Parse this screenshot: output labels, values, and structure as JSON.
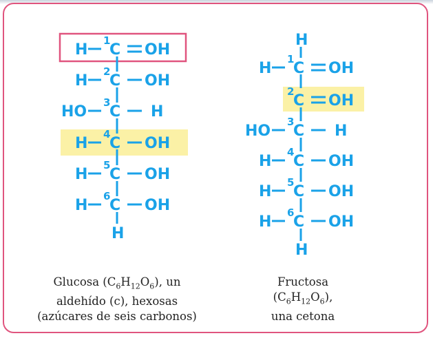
{
  "colors": {
    "atom": "#1aa2e8",
    "highlight": "#fbf1a6",
    "frame_border": "#e0547e"
  },
  "glucose": {
    "rows": [
      {
        "left": "H",
        "num": "1",
        "carbon": "C",
        "bond": "=",
        "right": "OH"
      },
      {
        "left": "H",
        "num": "2",
        "carbon": "C",
        "bond": "—",
        "right": "OH"
      },
      {
        "left": "HO",
        "num": "3",
        "carbon": "C",
        "bond": "—",
        "right": "H"
      },
      {
        "left": "H",
        "num": "4",
        "carbon": "C",
        "bond": "—",
        "right": "OH"
      },
      {
        "left": "H",
        "num": "5",
        "carbon": "C",
        "bond": "—",
        "right": "OH"
      },
      {
        "left": "H",
        "num": "6",
        "carbon": "C",
        "bond": "—",
        "right": "OH"
      }
    ],
    "bottom_atom": "H",
    "caption": {
      "line1_a": "Glucosa (C",
      "sub1": "6",
      "line1_b": "H",
      "sub2": "12",
      "line1_c": "O",
      "sub3": "6",
      "line1_d": "), un",
      "line2": "aldehído (c), hexosas",
      "line3": "(azúcares de seis carbonos)"
    }
  },
  "fructose": {
    "top_atom": "H",
    "rows": [
      {
        "left": "H",
        "num": "1",
        "carbon": "C",
        "bond": "=",
        "right": "OH"
      },
      {
        "left": "",
        "num": "2",
        "carbon": "C",
        "bond": "=",
        "right": "OH"
      },
      {
        "left": "HO",
        "num": "3",
        "carbon": "C",
        "bond": "—",
        "right": "H"
      },
      {
        "left": "H",
        "num": "4",
        "carbon": "C",
        "bond": "—",
        "right": "OH"
      },
      {
        "left": "H",
        "num": "5",
        "carbon": "C",
        "bond": "—",
        "right": "OH"
      },
      {
        "left": "H",
        "num": "6",
        "carbon": "C",
        "bond": "—",
        "right": "OH"
      }
    ],
    "bottom_atom": "H",
    "caption": {
      "line1": "Fructosa",
      "line2_a": "(C",
      "sub1": "6",
      "line2_b": "H",
      "sub2": "12",
      "line2_c": "O",
      "sub3": "6",
      "line2_d": "),",
      "line3": "una cetona"
    }
  }
}
